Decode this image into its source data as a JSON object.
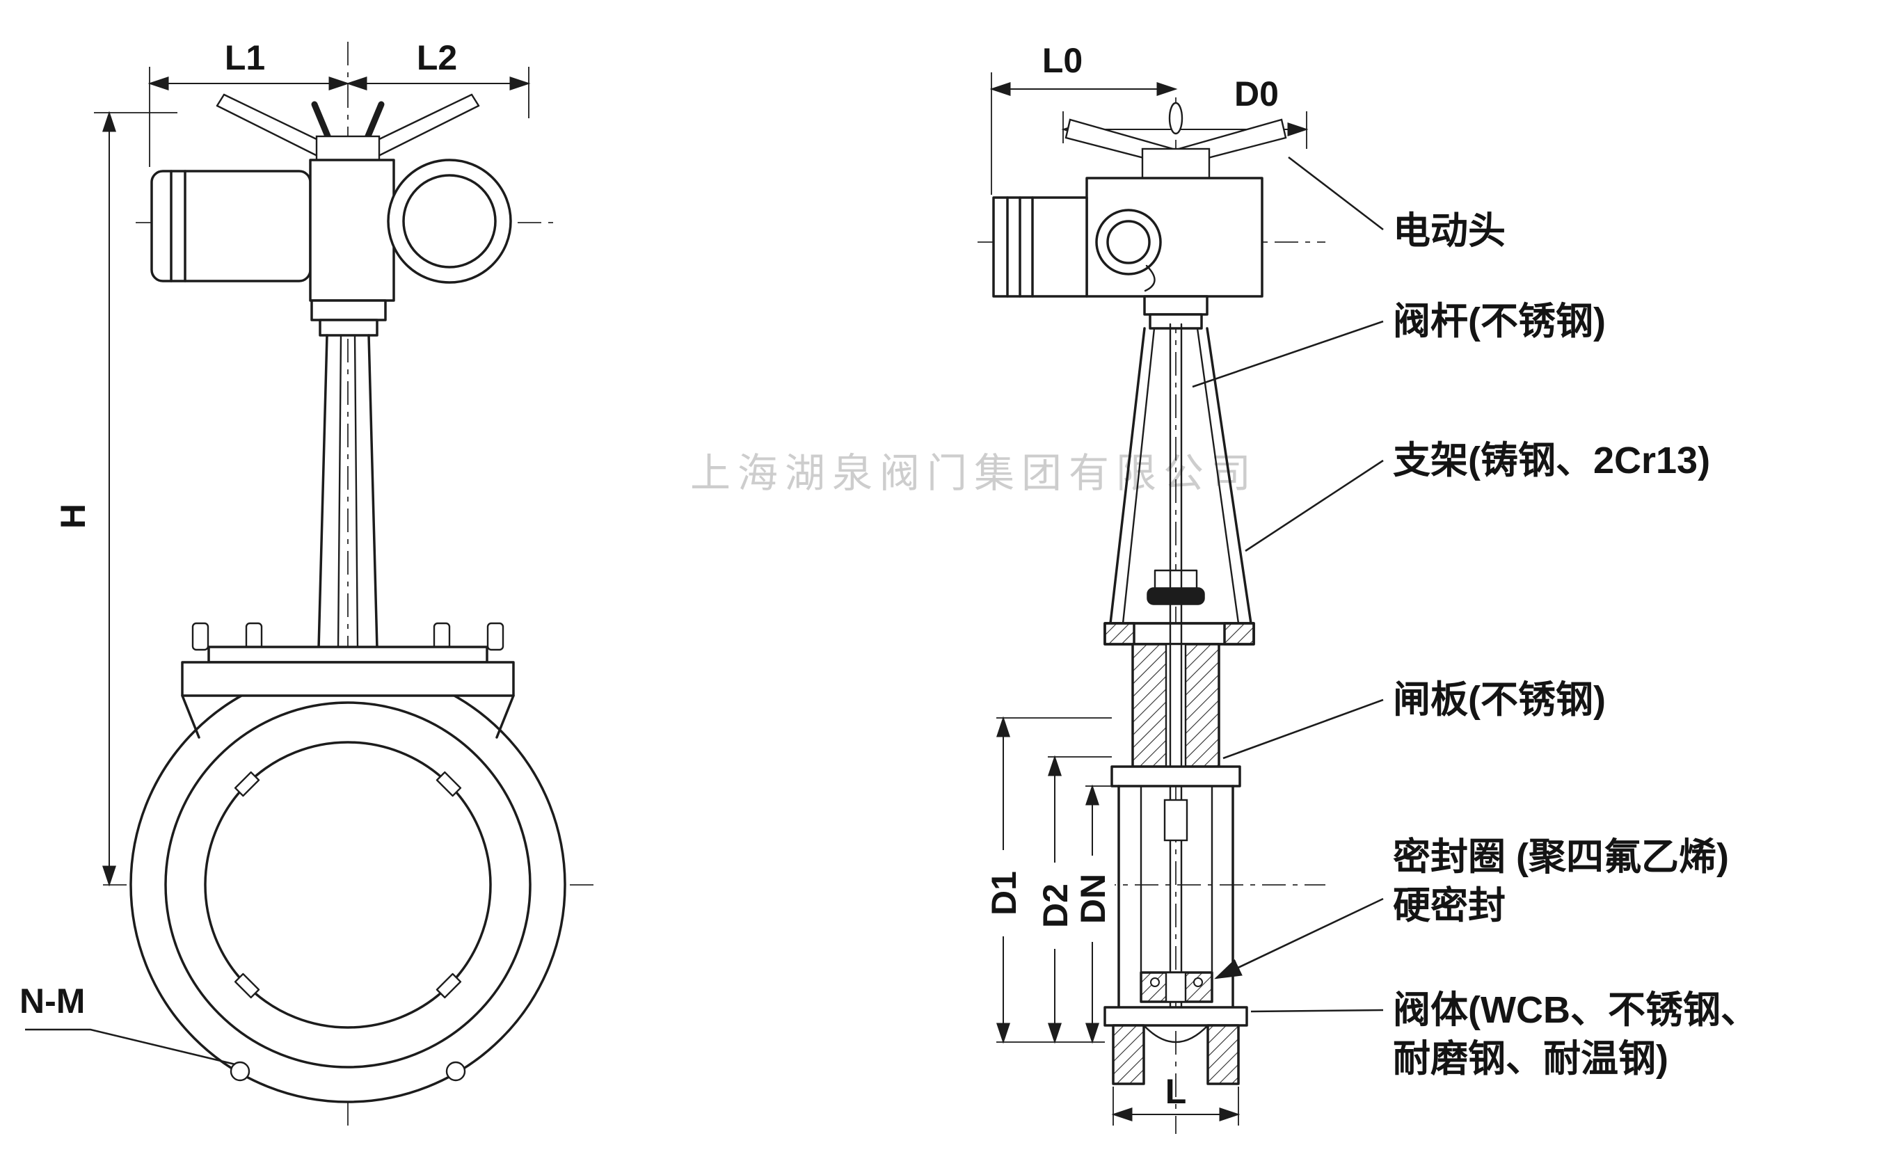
{
  "watermark": "上海湖泉阀门集团有限公司",
  "left_view": {
    "dim_l1": "L1",
    "dim_l2": "L2",
    "dim_h": "H",
    "dim_nm": "N-M"
  },
  "right_view": {
    "dim_l0": "L0",
    "dim_d0": "D0",
    "dim_d1": "D1",
    "dim_d2": "D2",
    "dim_dn": "DN",
    "dim_l": "L"
  },
  "annotations": {
    "actuator": "电动头",
    "stem": "阀杆(不锈钢)",
    "bracket": "支架(铸钢、2Cr13)",
    "gate": "闸板(不锈钢)",
    "seal_line1": "密封圈 (聚四氟乙烯)",
    "seal_line2": "硬密封",
    "body_line1": "阀体(WCB、不锈钢、",
    "body_line2": "耐磨钢、耐温钢)"
  },
  "colors": {
    "line": "#1c1c1c",
    "background": "#ffffff",
    "watermark": "#c8c8c8"
  }
}
